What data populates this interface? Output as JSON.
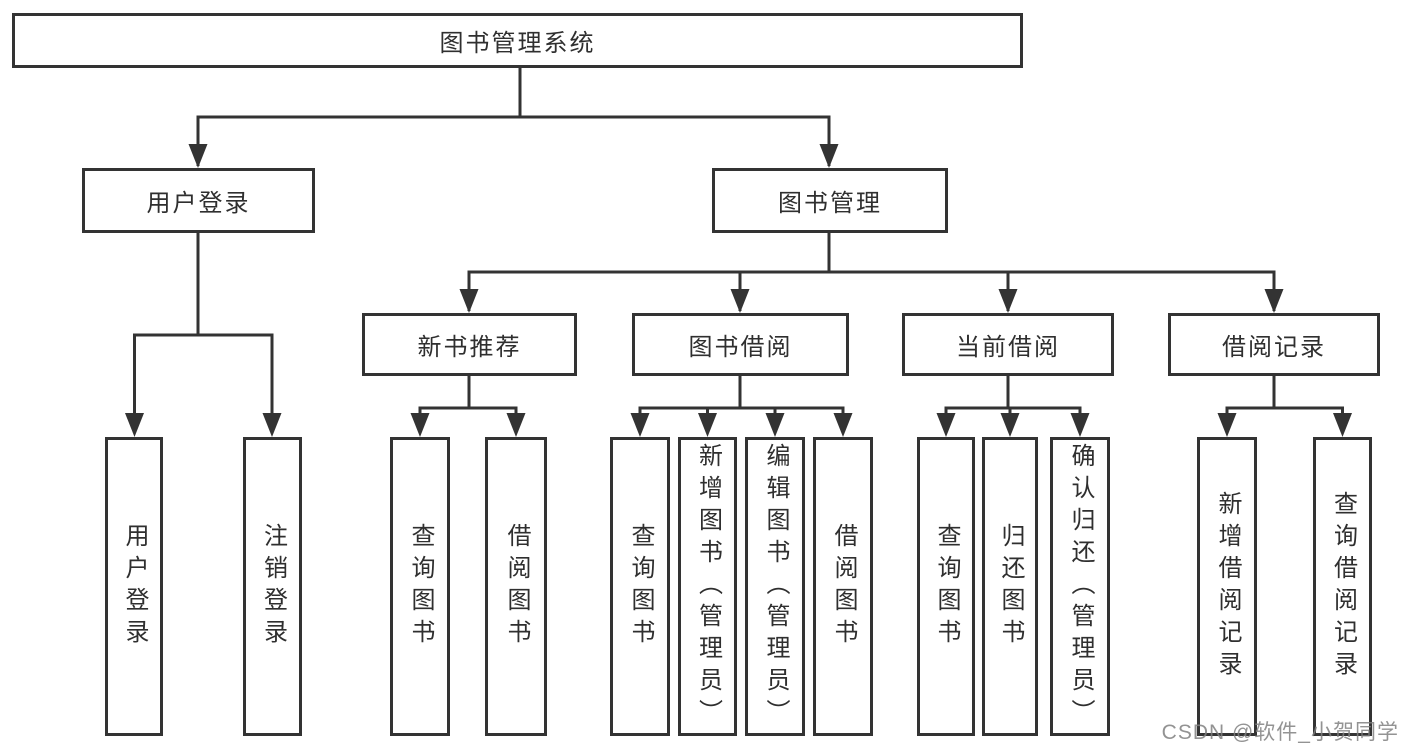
{
  "diagram": {
    "root": "图书管理系统",
    "branches": [
      {
        "label": "用户登录",
        "leaves": [
          "用户登录",
          "注销登录"
        ]
      },
      {
        "label": "图书管理",
        "groups": [
          {
            "label": "新书推荐",
            "leaves": [
              "查询图书",
              "借阅图书"
            ]
          },
          {
            "label": "图书借阅",
            "leaves": [
              "查询图书",
              "新增图书（管理员）",
              "编辑图书（管理员）",
              "借阅图书"
            ]
          },
          {
            "label": "当前借阅",
            "leaves": [
              "查询图书",
              "归还图书",
              "确认归还（管理员）"
            ]
          },
          {
            "label": "借阅记录",
            "leaves": [
              "新增借阅记录",
              "查询借阅记录"
            ]
          }
        ]
      }
    ]
  },
  "watermark": {
    "text": "CSDN @软件_小贺同学"
  },
  "colors": {
    "line": "#333333",
    "box_border": "#333333",
    "box_background": "#ffffff",
    "text": "#2f2f2f",
    "watermark": "#808080",
    "page_background": "#ffffff"
  }
}
